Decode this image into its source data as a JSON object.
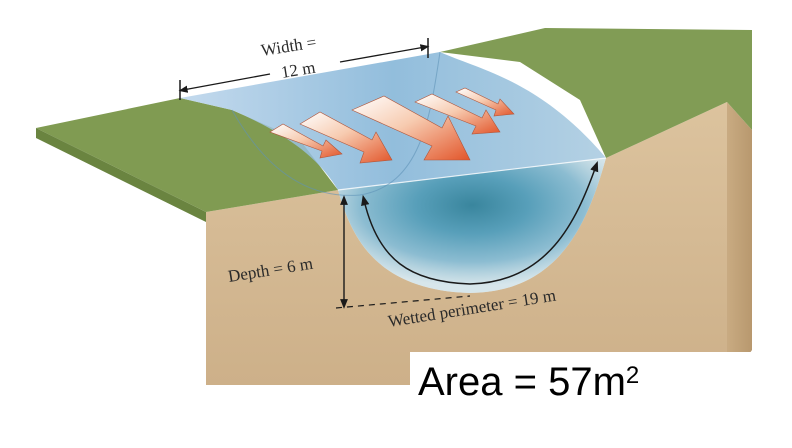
{
  "labels": {
    "width_line1": "Width =",
    "width_line2": "12 m",
    "depth": "Depth = 6 m",
    "perimeter": "Wetted perimeter = 19 m"
  },
  "caption": {
    "prefix": "Area = 57m",
    "exponent": "2"
  },
  "colors": {
    "earth": "#d9c09a",
    "grass": "#7f9a52",
    "water": "#6aa6c8",
    "arrow": "#e66a3a"
  }
}
